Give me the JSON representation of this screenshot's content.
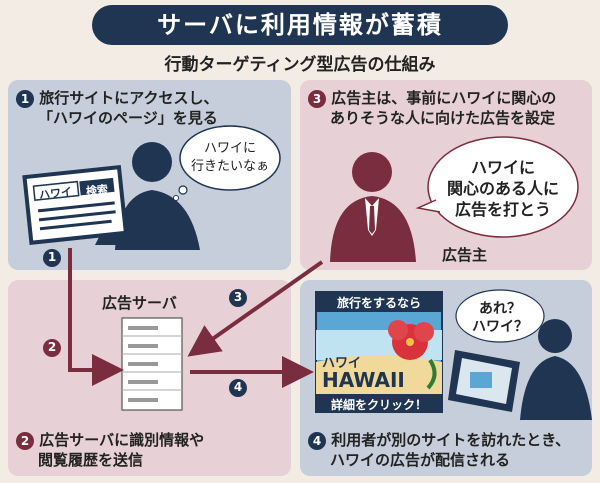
{
  "header": {
    "title": "サーバに利用情報が蓄積",
    "subtitle": "行動ターゲティング型広告の仕組み"
  },
  "steps": {
    "s1": {
      "num": "1",
      "line1": "旅行サイトにアクセスし、",
      "line2": "「ハワイのページ」を見る"
    },
    "s2": {
      "num": "2",
      "line1": "広告サーバに識別情報や",
      "line2": "閲覧履歴を送信"
    },
    "s3": {
      "num": "3",
      "line1": "広告主は、事前にハワイに関心の",
      "line2": "ありそうな人に向けた広告を設定"
    },
    "s4": {
      "num": "4",
      "line1": "利用者が別のサイトを訪れたとき、",
      "line2": "ハワイの広告が配信される"
    }
  },
  "browser": {
    "search_text": "ハワイ",
    "search_button": "検索"
  },
  "bubbles": {
    "user": {
      "line1": "ハワイに",
      "line2": "行きたいなぁ"
    },
    "advertiser": {
      "line1": "ハワイに",
      "line2": "関心のある人に",
      "line3": "広告を打とう"
    },
    "viewer": {
      "line1": "あれ？",
      "line2": "ハワイ？"
    }
  },
  "labels": {
    "ad_server": "広告サーバ",
    "advertiser": "広告主"
  },
  "arrows": {
    "a1": "1",
    "a2": "2",
    "a3": "3",
    "a4": "4"
  },
  "ad": {
    "top": "旅行をするなら",
    "hawaii_jp": "ハワイ",
    "hawaii_en": "HAWAII",
    "bottom": "詳細をクリック！"
  },
  "colors": {
    "navy": "#1f3552",
    "maroon": "#7a2d3f",
    "blue_panel": "#c6cedb",
    "pink_panel": "#e8d1d6"
  }
}
